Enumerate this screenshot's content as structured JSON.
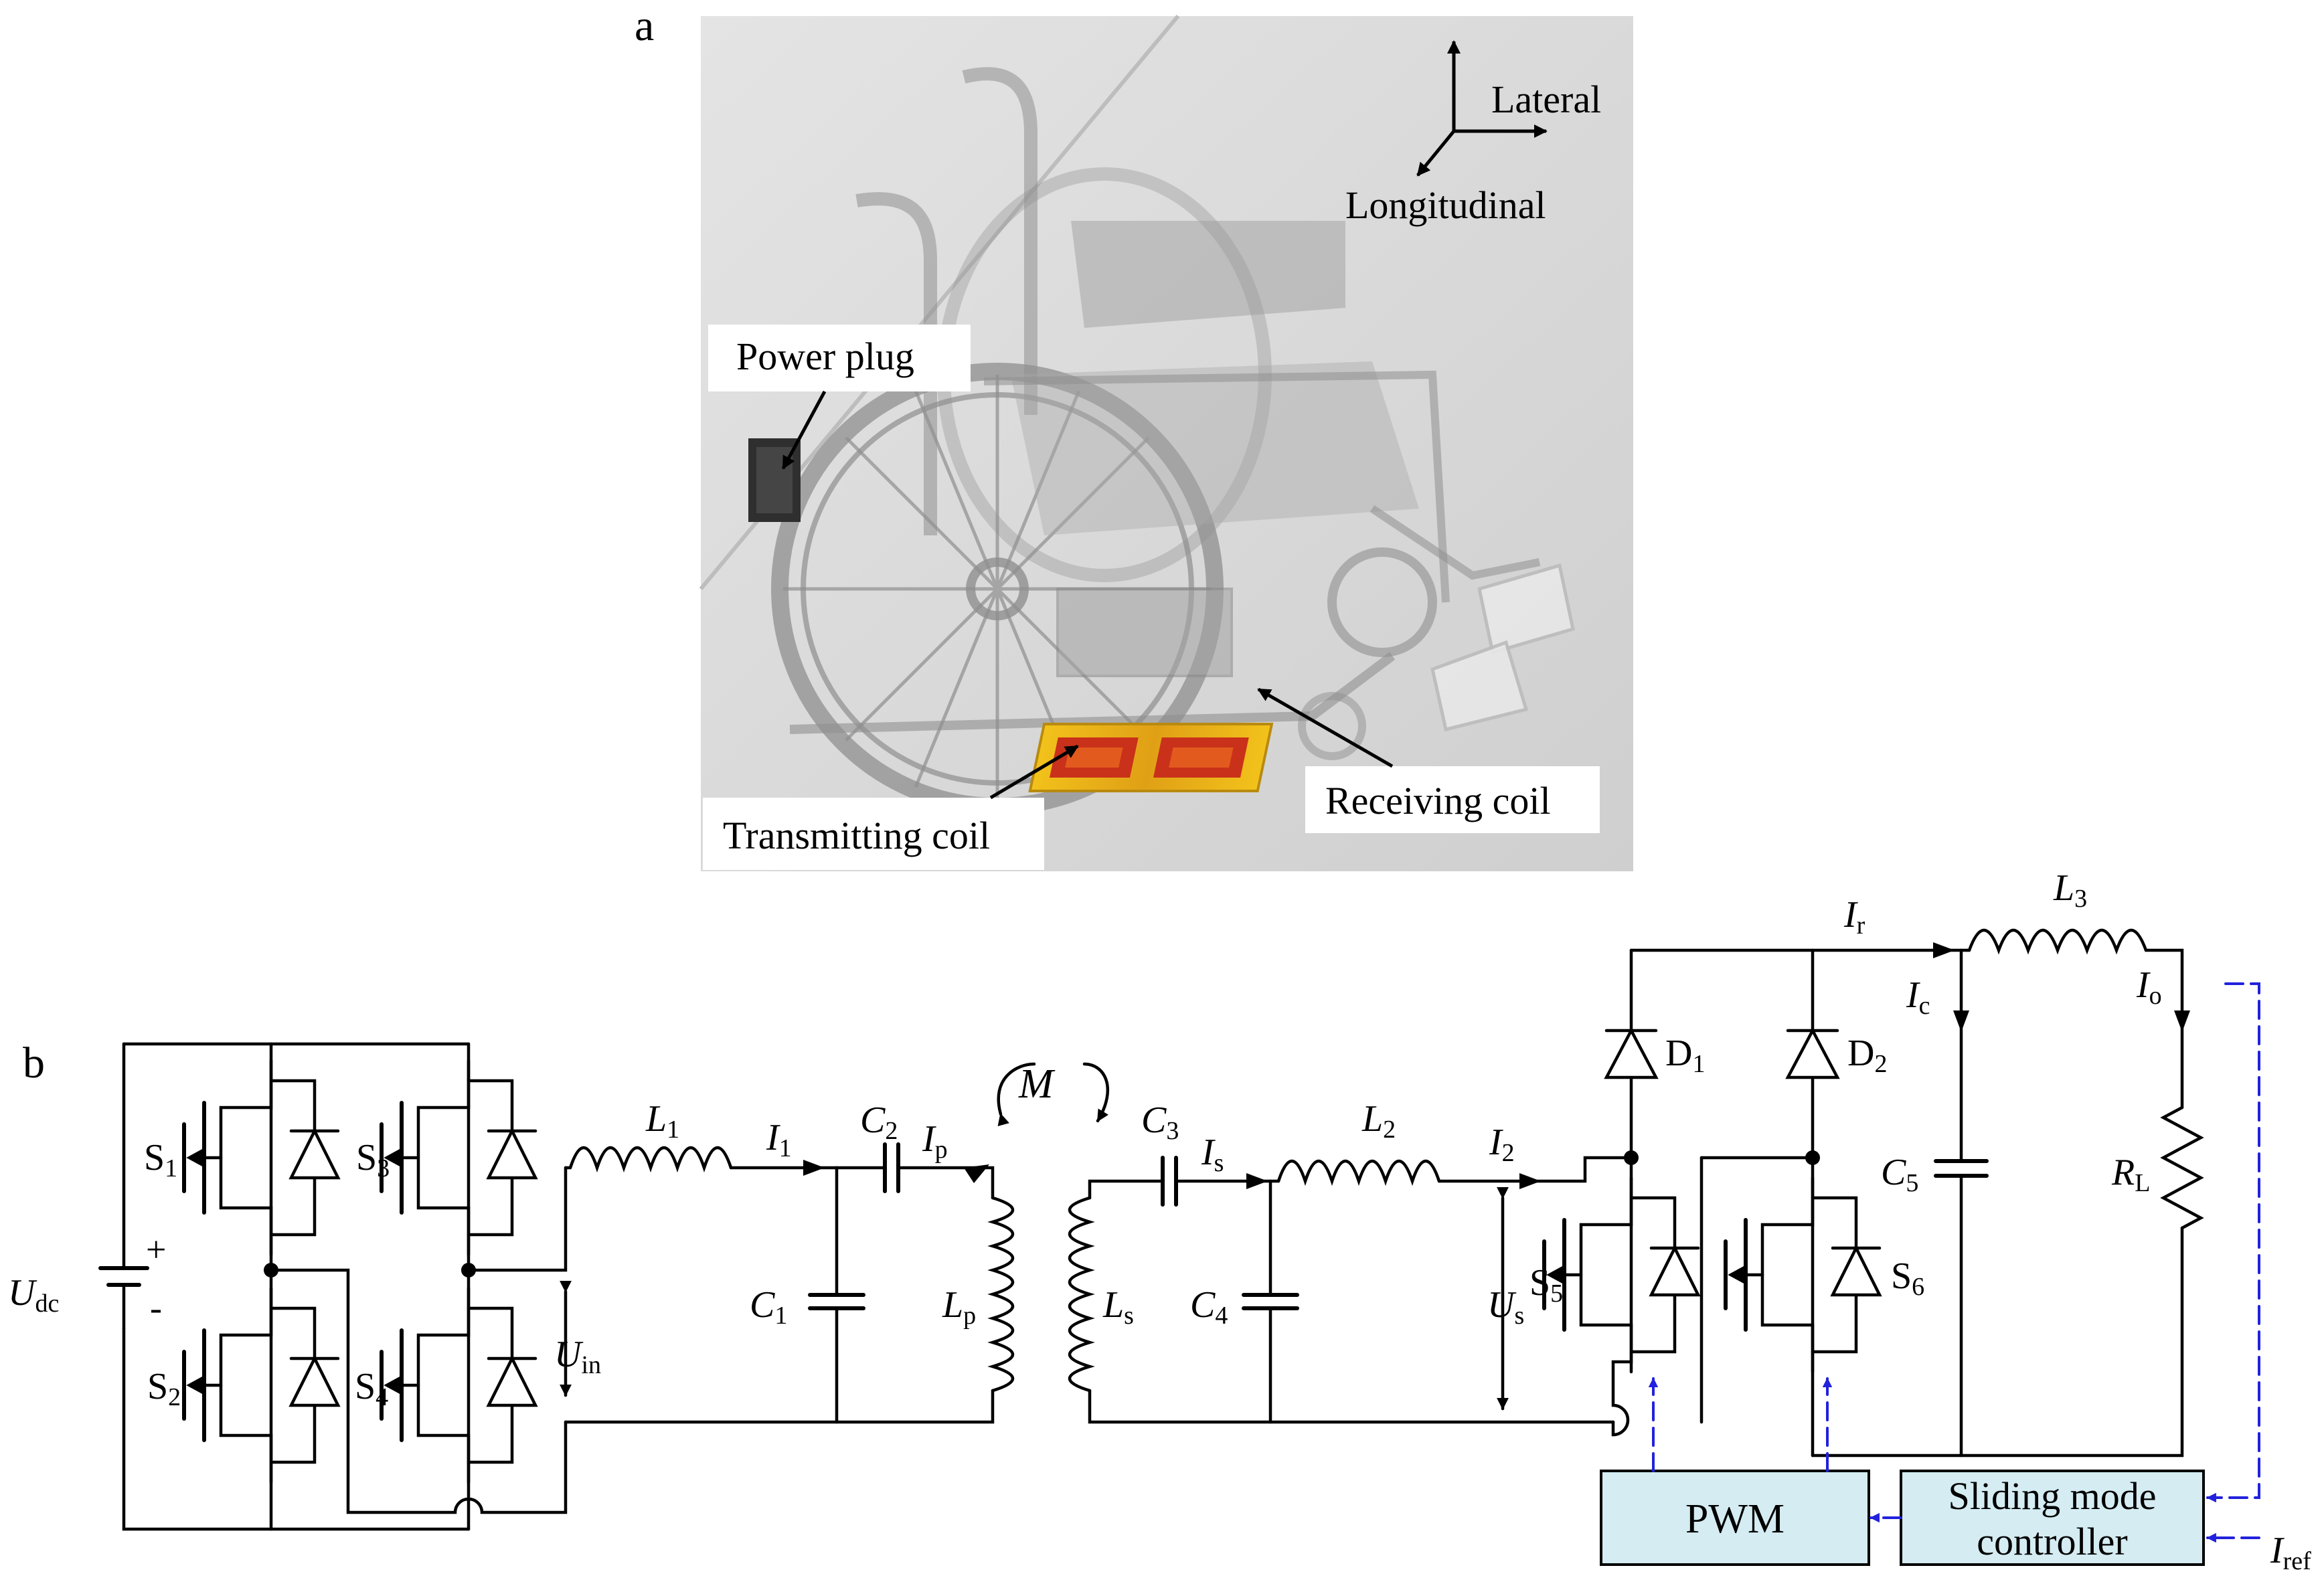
{
  "panel_a": {
    "label": "a",
    "axes": {
      "lateral": "Lateral",
      "longitudinal": "Longitudinal"
    },
    "callouts": {
      "power_plug": "Power plug",
      "transmitting_coil": "Transmitting coil",
      "receiving_coil": "Receiving coil"
    }
  },
  "panel_b": {
    "label": "b",
    "source": {
      "U": "U",
      "sub": "dc",
      "plus": "+",
      "minus": "-"
    },
    "switches": [
      {
        "main": "S",
        "sub": "1"
      },
      {
        "main": "S",
        "sub": "2"
      },
      {
        "main": "S",
        "sub": "3"
      },
      {
        "main": "S",
        "sub": "4"
      },
      {
        "main": "S",
        "sub": "5"
      },
      {
        "main": "S",
        "sub": "6"
      }
    ],
    "diodes": [
      {
        "main": "D",
        "sub": "1"
      },
      {
        "main": "D",
        "sub": "2"
      }
    ],
    "voltages": {
      "uin": {
        "main": "U",
        "sub": "in"
      },
      "us": {
        "main": "U",
        "sub": "s"
      }
    },
    "inductors": [
      {
        "main": "L",
        "sub": "1"
      },
      {
        "main": "L",
        "sub": "2"
      },
      {
        "main": "L",
        "sub": "3"
      },
      {
        "main": "L",
        "sub": "p"
      },
      {
        "main": "L",
        "sub": "s"
      }
    ],
    "capacitors": [
      {
        "main": "C",
        "sub": "1"
      },
      {
        "main": "C",
        "sub": "2"
      },
      {
        "main": "C",
        "sub": "3"
      },
      {
        "main": "C",
        "sub": "4"
      },
      {
        "main": "C",
        "sub": "5"
      }
    ],
    "currents": [
      {
        "main": "I",
        "sub": "1"
      },
      {
        "main": "I",
        "sub": "p"
      },
      {
        "main": "I",
        "sub": "s"
      },
      {
        "main": "I",
        "sub": "2"
      },
      {
        "main": "I",
        "sub": "r"
      },
      {
        "main": "I",
        "sub": "c"
      },
      {
        "main": "I",
        "sub": "o"
      },
      {
        "main": "I",
        "sub": "ref"
      }
    ],
    "mutual": "M",
    "load": {
      "main": "R",
      "sub": "L"
    },
    "pwm_label": "PWM",
    "controller": {
      "line1": "Sliding mode",
      "line2": "controller"
    },
    "colors": {
      "wire": "#000000",
      "control": "#2222dd",
      "box_fill": "#d4ecf2",
      "photo_bg": "#dcdcdc"
    }
  }
}
